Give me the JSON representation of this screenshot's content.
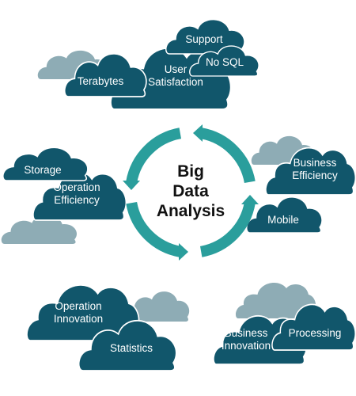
{
  "center": {
    "lines": [
      "Big",
      "Data",
      "Analysis"
    ]
  },
  "clouds": [
    {
      "label": [
        "Support"
      ]
    },
    {
      "label": [
        "No SQL"
      ]
    },
    {
      "label": [
        "Terabytes"
      ]
    },
    {
      "label": [
        "User",
        "Satisfaction"
      ]
    },
    {
      "label": [
        "Storage"
      ]
    },
    {
      "label": [
        "Operation",
        "Efficiency"
      ]
    },
    {
      "label": [
        "Business",
        "Efficiency"
      ]
    },
    {
      "label": [
        "Mobile"
      ]
    },
    {
      "label": [
        "Operation",
        "Innovation"
      ]
    },
    {
      "label": [
        "Statistics"
      ]
    },
    {
      "label": [
        "Business",
        "Innovation"
      ]
    },
    {
      "label": [
        "Processing"
      ]
    }
  ],
  "colors": {
    "cloud_dark": "#11566b",
    "cloud_light": "#8eacb5",
    "ring": "#2a9e9c",
    "text_dark": "#111111",
    "text_light": "#ffffff"
  }
}
